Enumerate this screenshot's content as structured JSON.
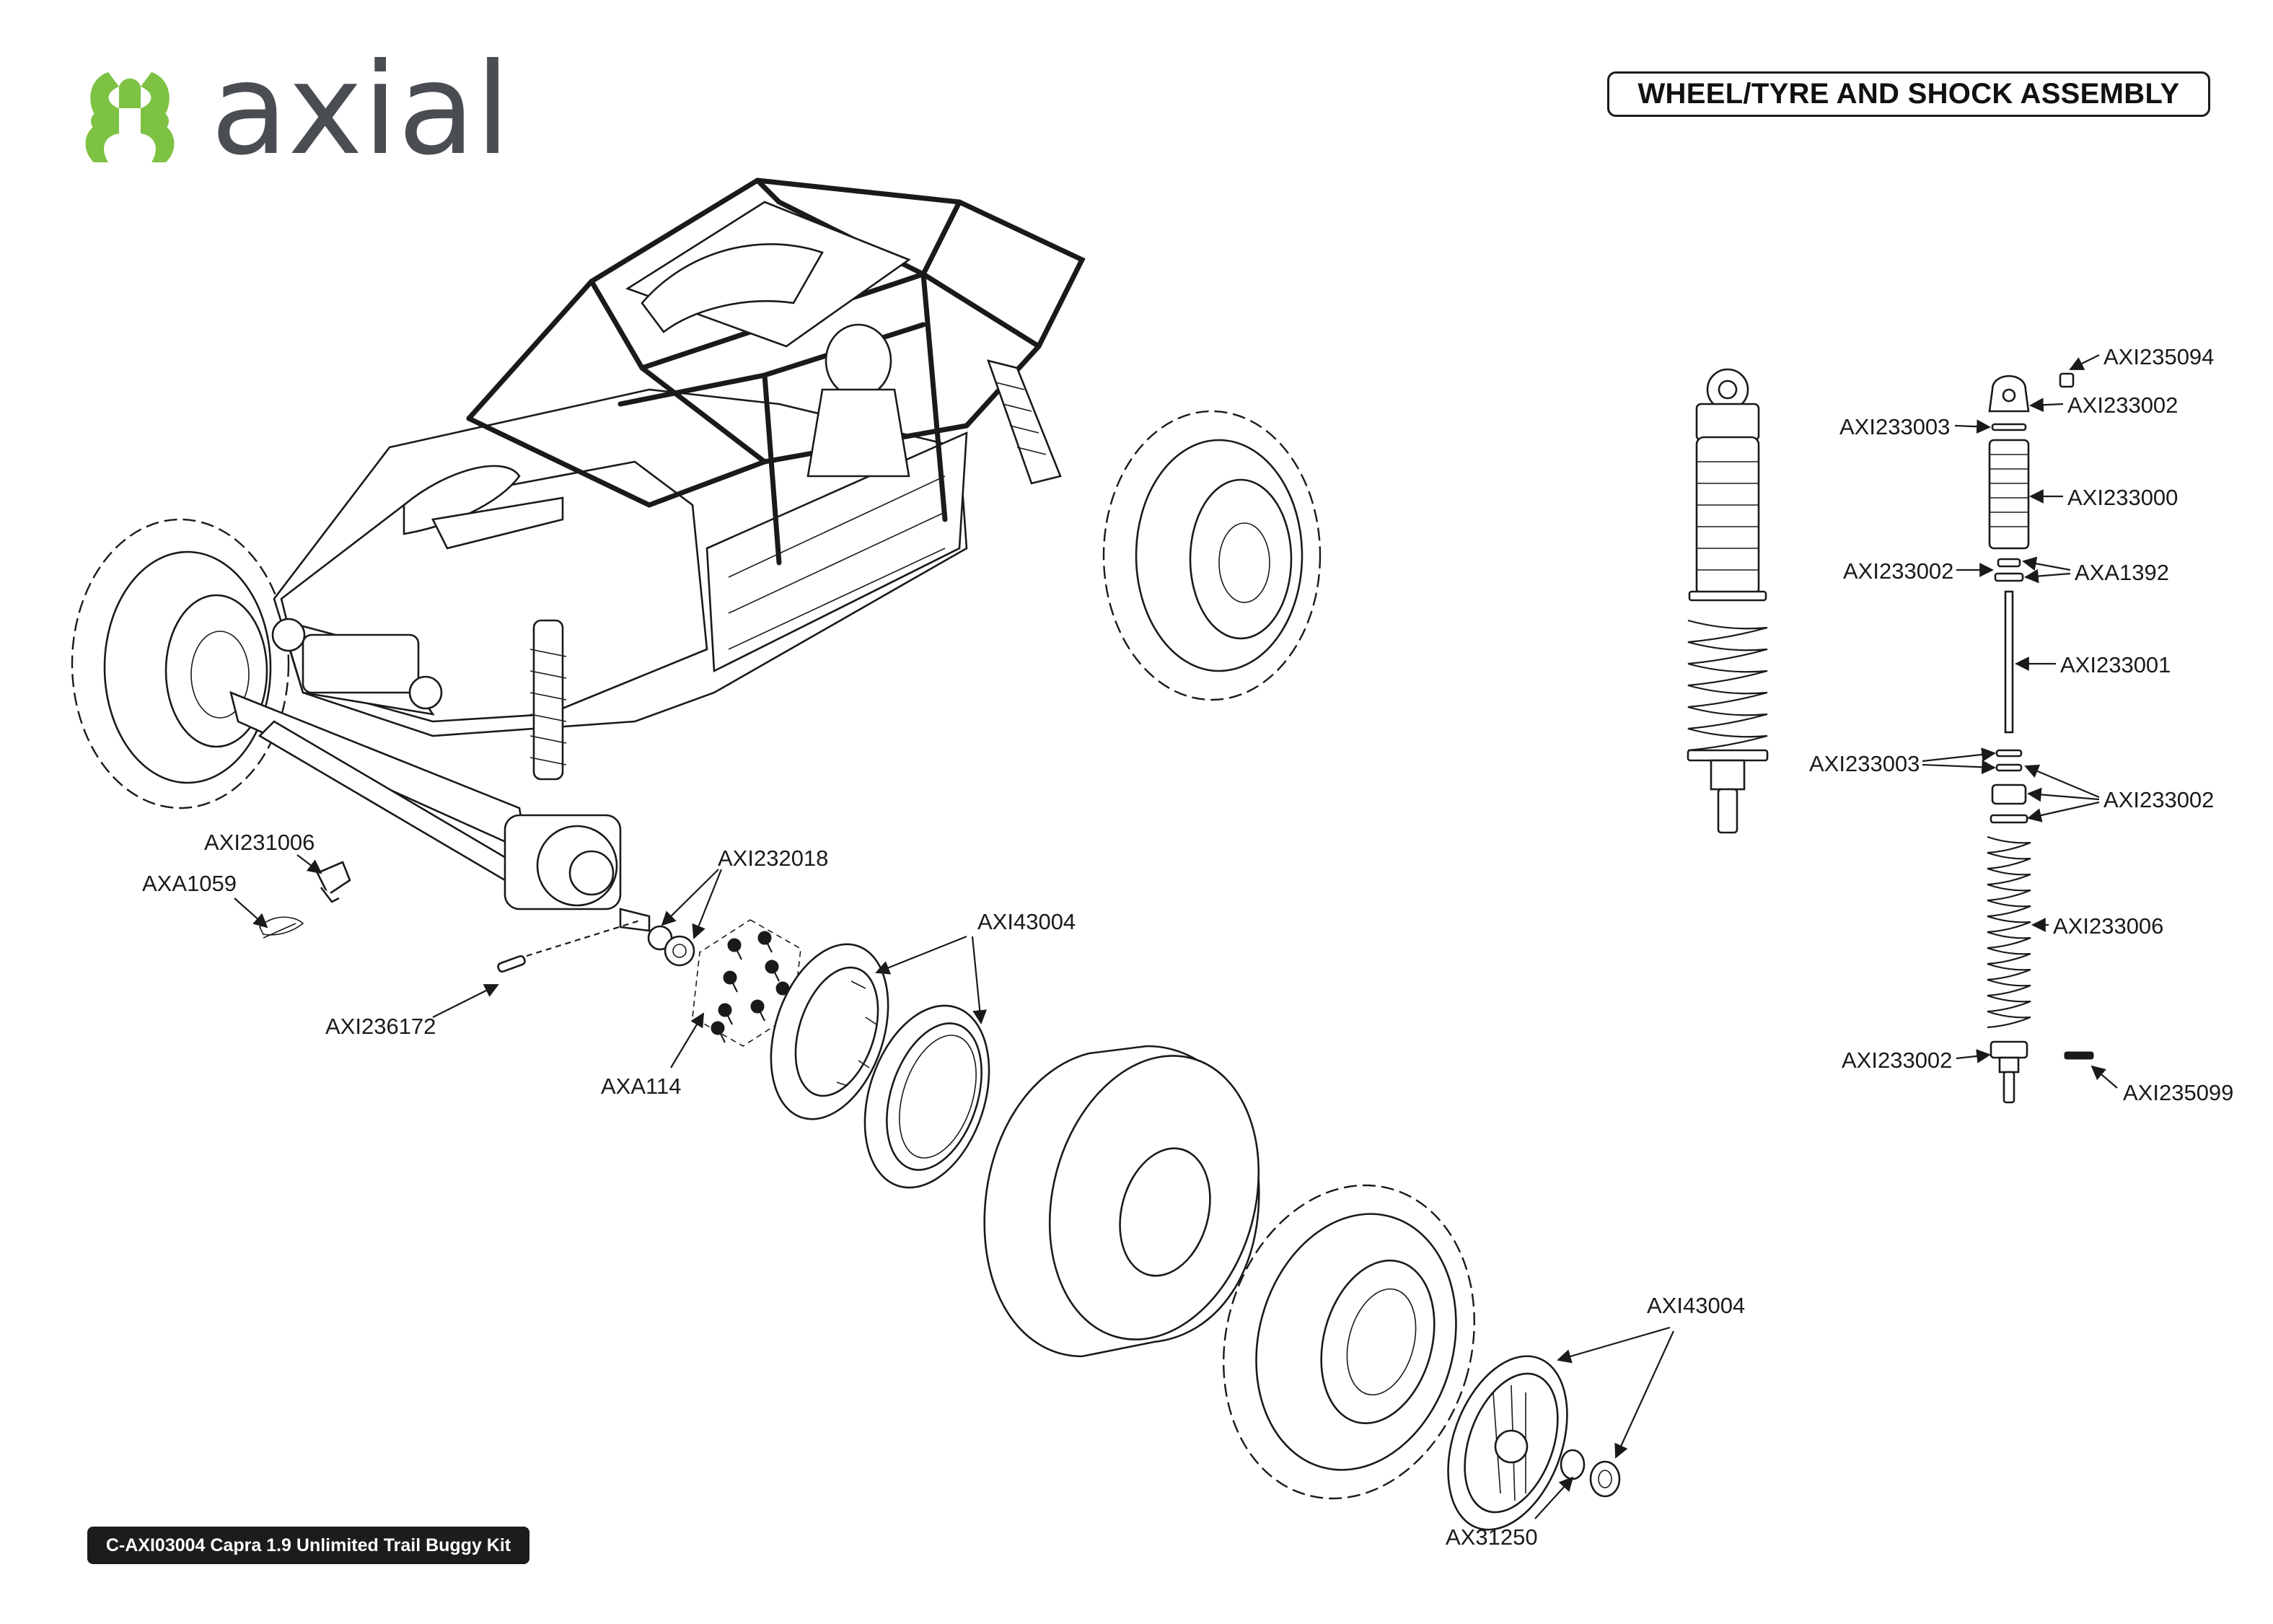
{
  "brand": {
    "name": "axial",
    "colors": {
      "logo_green": "#7dc242",
      "logo_gray": "#4a4d52"
    }
  },
  "header": {
    "title": "WHEEL/TYRE AND SHOCK ASSEMBLY"
  },
  "footer": {
    "label": "C-AXI03004 Capra 1.9 Unlimited Trail Buggy Kit"
  },
  "callouts": {
    "axi231006": "AXI231006",
    "axa1059": "AXA1059",
    "axi236172": "AXI236172",
    "axi232018": "AXI232018",
    "axa114": "AXA114",
    "axi43004_rim": "AXI43004",
    "axi43004_wheel": "AXI43004",
    "ax31250": "AX31250",
    "axi235094": "AXI235094",
    "axi233002_top": "AXI233002",
    "axi233003_top": "AXI233003",
    "axi233000": "AXI233000",
    "axi233002_mid": "AXI233002",
    "axa1392": "AXA1392",
    "axi233001": "AXI233001",
    "axi233003_low": "AXI233003",
    "axi233002_low": "AXI233002",
    "axi233006": "AXI233006",
    "axi233002_bottom": "AXI233002",
    "axi235099": "AXI235099"
  }
}
